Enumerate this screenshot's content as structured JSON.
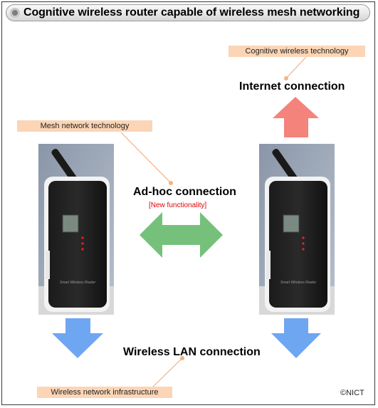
{
  "title": "Cognitive wireless router capable of wireless mesh networking",
  "labels": {
    "cognitive_tech": "Cognitive wireless technology",
    "internet": "Internet connection",
    "mesh_tech": "Mesh network technology",
    "adhoc": "Ad-hoc connection",
    "new_func": "[New functionality]",
    "wlan": "Wireless LAN connection",
    "infra": "Wireless network infrastructure",
    "copyright": "©NICT"
  },
  "router_label": "Smart Wireless Router",
  "colors": {
    "arrow_up": "#f4837c",
    "arrow_adhoc": "#75c17b",
    "arrow_down": "#6ea6f2",
    "tag_bg": "#fbd5b5",
    "new_func": "#e60000",
    "leader_line": "#f4b183"
  }
}
